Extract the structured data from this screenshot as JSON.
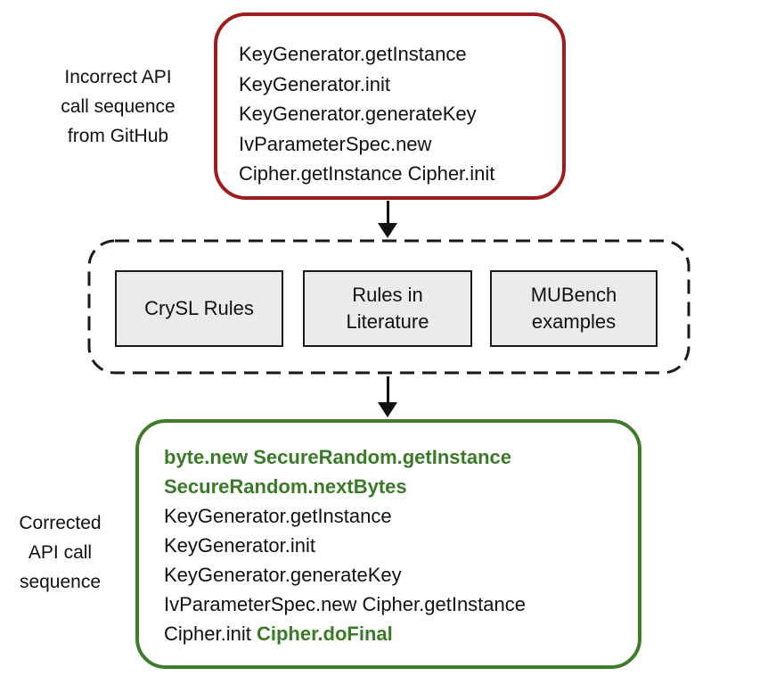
{
  "diagram": {
    "colors": {
      "incorrect_border": "#9E1B1E",
      "corrected_border": "#3E7B2A",
      "highlight_text": "#3A7A28",
      "rules_box_fill": "#EBEBEB",
      "text": "#111111"
    },
    "icons": {
      "arrow_1": "down-arrow",
      "arrow_2": "down-arrow"
    },
    "incorrect_label": {
      "lines": [
        "Incorrect API",
        "call sequence",
        "from GitHub"
      ]
    },
    "corrected_label": {
      "lines": [
        "Corrected",
        "API call",
        "sequence"
      ]
    },
    "incorrect_sequence": {
      "lines": [
        "KeyGenerator.getInstance",
        "KeyGenerator.init",
        "KeyGenerator.generateKey",
        "IvParameterSpec.new",
        "Cipher.getInstance Cipher.init"
      ]
    },
    "rules": [
      {
        "label": "CrySL Rules"
      },
      {
        "label": "Rules in Literature"
      },
      {
        "label": "MUBench examples"
      }
    ],
    "corrected_sequence": {
      "lines": [
        {
          "parts": [
            {
              "text": "byte.new SecureRandom.getInstance",
              "highlight": true
            }
          ]
        },
        {
          "parts": [
            {
              "text": "SecureRandom.nextBytes",
              "highlight": true
            }
          ]
        },
        {
          "parts": [
            {
              "text": "KeyGenerator.getInstance",
              "highlight": false
            }
          ]
        },
        {
          "parts": [
            {
              "text": "KeyGenerator.init",
              "highlight": false
            }
          ]
        },
        {
          "parts": [
            {
              "text": "KeyGenerator.generateKey",
              "highlight": false
            }
          ]
        },
        {
          "parts": [
            {
              "text": "IvParameterSpec.new Cipher.getInstance",
              "highlight": false
            }
          ]
        },
        {
          "parts": [
            {
              "text": "Cipher.init ",
              "highlight": false
            },
            {
              "text": "Cipher.doFinal",
              "highlight": true
            }
          ]
        }
      ]
    }
  }
}
